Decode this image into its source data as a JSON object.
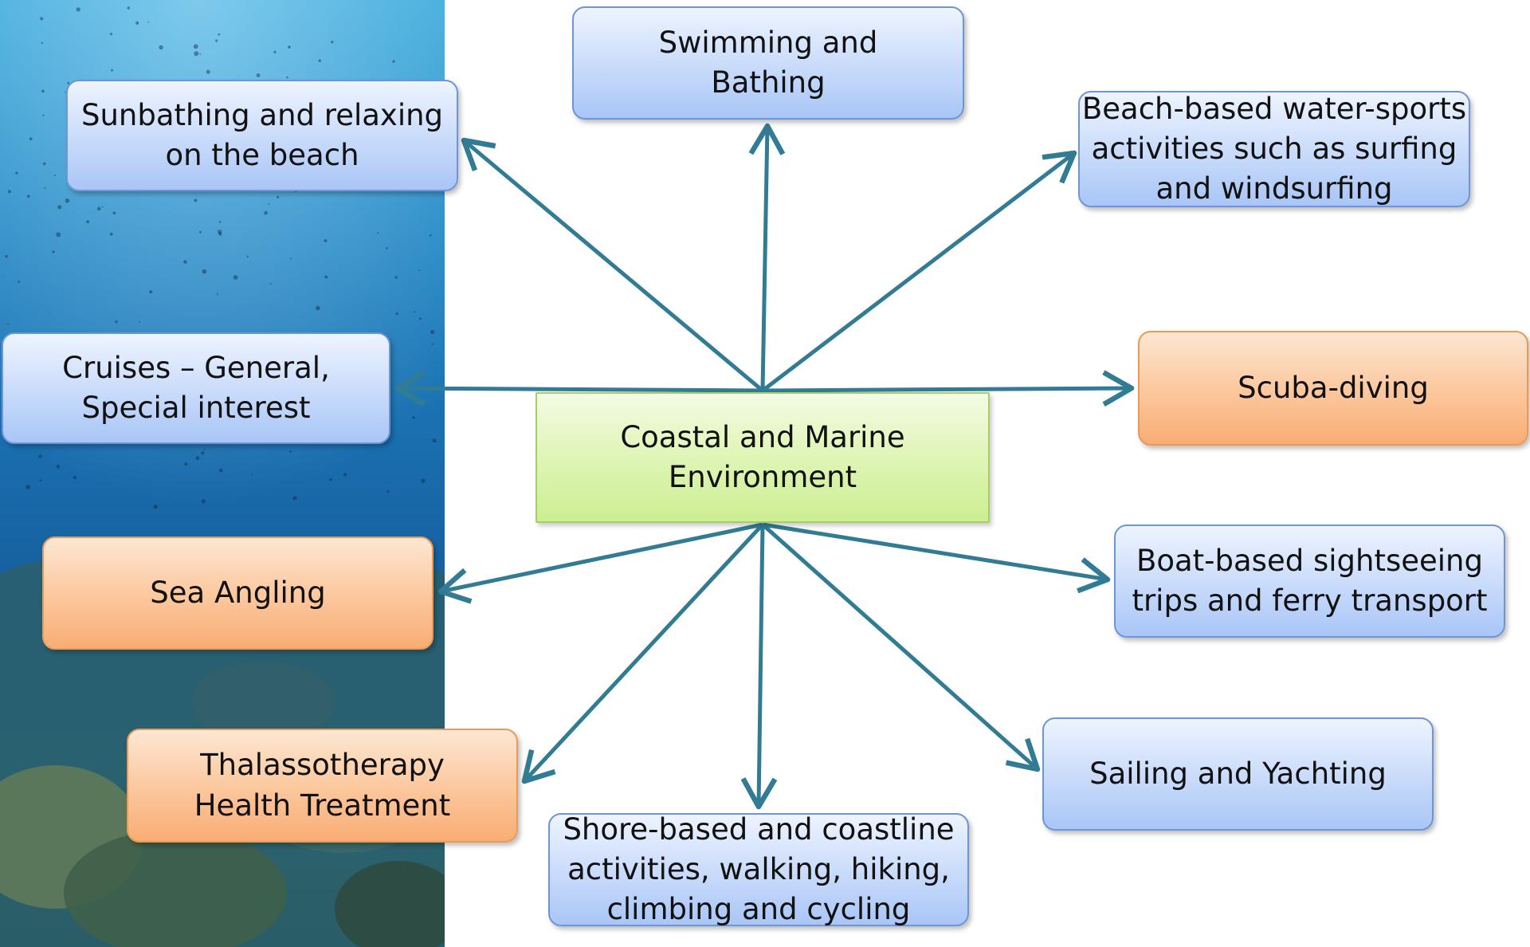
{
  "center": {
    "label": "Coastal and Marine\nEnvironment"
  },
  "nodes": {
    "swimming": "Swimming and\nBathing",
    "sunbathing": "Sunbathing and relaxing\non the beach",
    "watersports": "Beach-based water-sports\nactivities such as surfing\nand windsurfing",
    "cruises": "Cruises – General,\nSpecial interest",
    "scuba": "Scuba-diving",
    "angling": "Sea Angling",
    "boat": "Boat-based sightseeing\ntrips and ferry transport",
    "thalasso": "Thalassotherapy\nHealth Treatment",
    "sailing": "Sailing and Yachting",
    "shore": "Shore-based and coastline\nactivities, walking, hiking,\nclimbing and cycling"
  },
  "colors": {
    "arrow": "#317c94",
    "blue_box": "#c5d9fa",
    "orange_box": "#fbbf8c",
    "center_box": "#d8f3a6",
    "ocean": "#1a74b4"
  }
}
